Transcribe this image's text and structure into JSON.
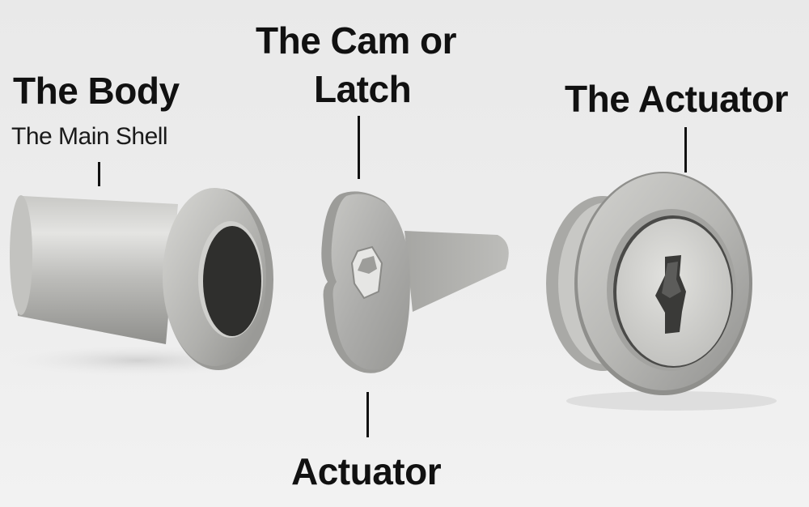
{
  "diagram": {
    "subject": "Cam lock exploded view",
    "background_color": "#ececec",
    "label_color": "#111111",
    "parts": [
      {
        "id": "body",
        "title": "The Body",
        "subtitle": "The Main Shell"
      },
      {
        "id": "cam",
        "title_line1": "The Cam or",
        "title_line2": "Latch",
        "bottom_label": "Actuator"
      },
      {
        "id": "actuator",
        "title": "The Actuator"
      }
    ],
    "colors": {
      "metal_light": "#d9d9d7",
      "metal_mid": "#b4b4b1",
      "metal_dark": "#8a8a87",
      "bore_dark": "#2e2e2c"
    }
  }
}
